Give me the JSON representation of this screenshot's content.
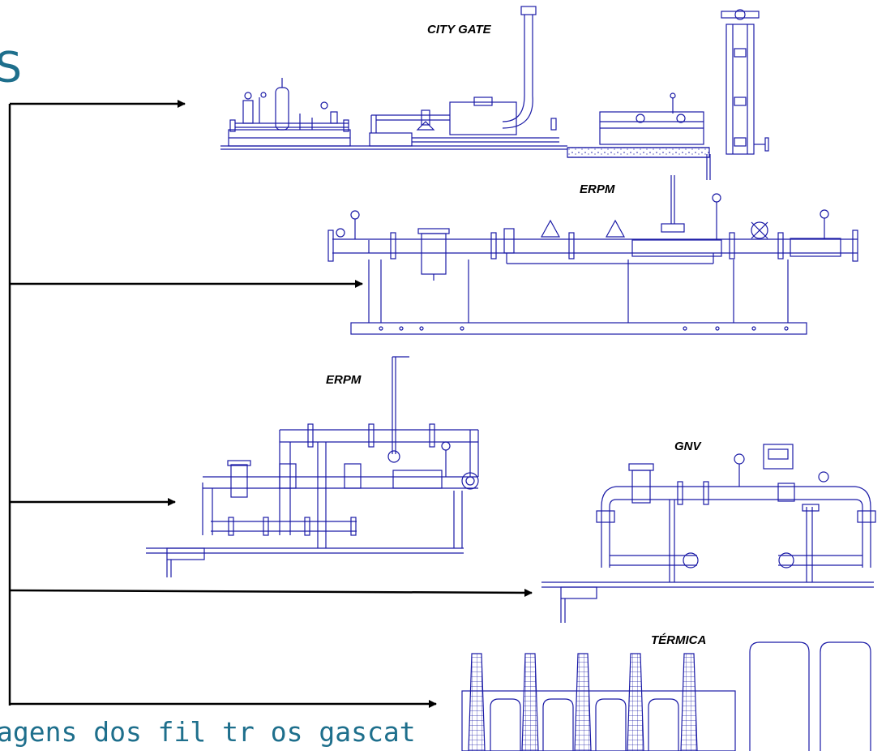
{
  "heading_fragment": "S",
  "caption": "agens dos fil tr os gascat",
  "labels": {
    "city_gate": "CITY GATE",
    "erpm_top": "ERPM",
    "erpm_middle": "ERPM",
    "gnv": "GNV",
    "termica": "TÉRMICA"
  },
  "colors": {
    "heading": "#1e6f8c",
    "drawing": "#1a1aa6",
    "arrow": "#000000"
  }
}
